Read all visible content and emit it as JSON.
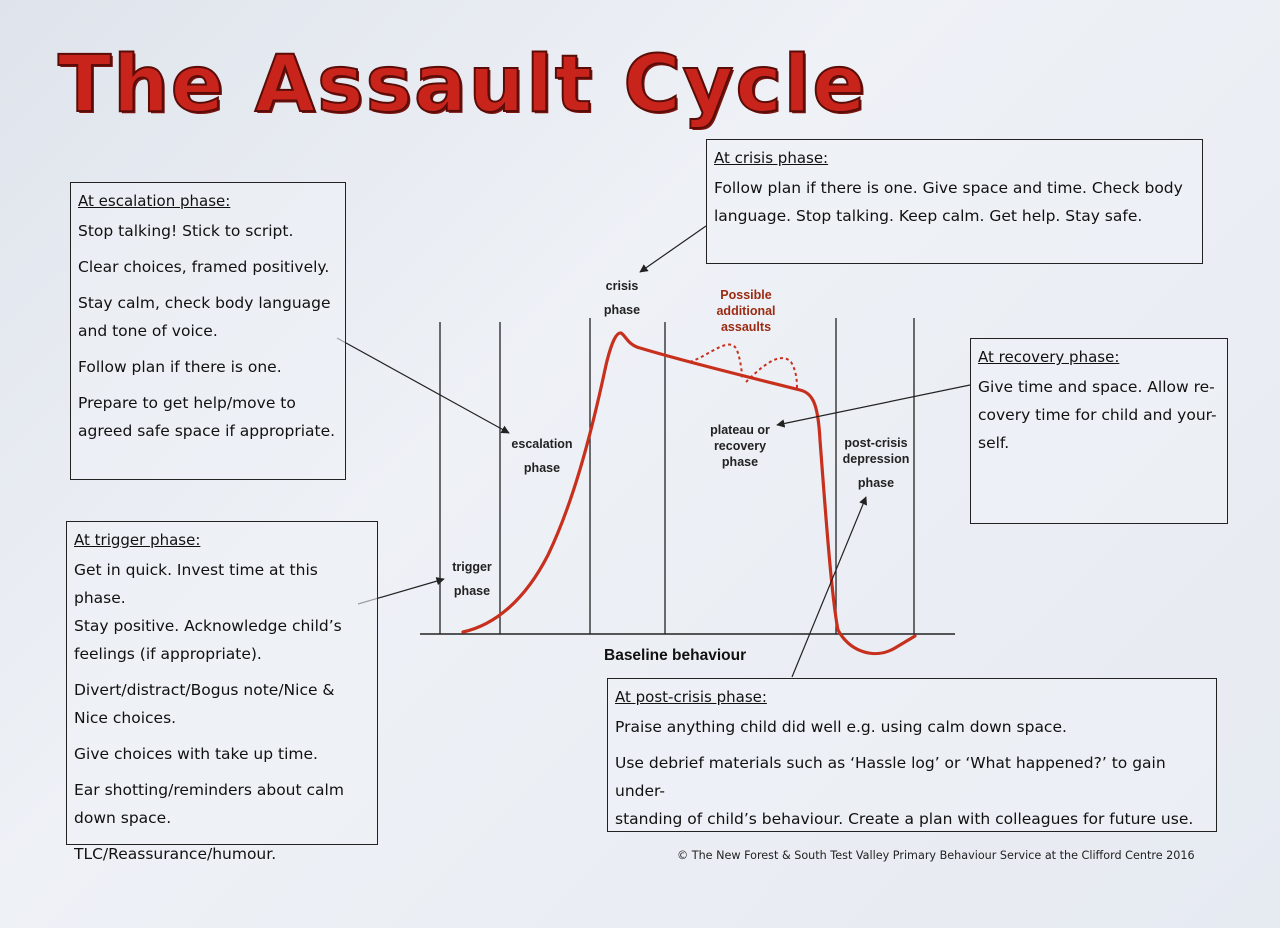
{
  "title": "The Assault Cycle",
  "phases": {
    "trigger": [
      "trigger",
      "phase"
    ],
    "escalation": [
      "escalation",
      "phase"
    ],
    "crisis": [
      "crisis",
      "phase"
    ],
    "plateau": [
      "plateau or",
      "recovery",
      "phase"
    ],
    "post_crisis": [
      "post-crisis",
      "depression",
      "phase"
    ]
  },
  "possible_assaults": [
    "Possible",
    "additional",
    "assaults"
  ],
  "baseline": "Baseline behaviour",
  "boxes": {
    "escalation": {
      "heading": "At escalation phase:",
      "lines": [
        "Stop talking! Stick to script.",
        "Clear choices, framed positively.",
        "Stay calm, check body language",
        "and tone of voice.",
        "Follow plan if there is one.",
        "Prepare to get help/move to",
        "agreed safe space if appropriate."
      ]
    },
    "trigger": {
      "heading": "At trigger phase:",
      "lines": [
        "Get in quick. Invest time at this phase.",
        "Stay positive. Acknowledge child’s",
        "feelings (if appropriate).",
        "Divert/distract/Bogus note/Nice &",
        "Nice choices.",
        "Give choices with take up time.",
        "Ear shotting/reminders about calm",
        "down space.",
        "TLC/Reassurance/humour."
      ]
    },
    "crisis": {
      "heading": "At crisis phase:",
      "lines": [
        "Follow plan if there is one. Give space and time. Check body",
        "language. Stop talking. Keep calm. Get help. Stay safe."
      ]
    },
    "recovery": {
      "heading": "At recovery phase:",
      "lines": [
        "Give time and space. Allow re-",
        "covery time for child and your-",
        "self."
      ]
    },
    "post_crisis": {
      "heading": "At post-crisis phase:",
      "lines": [
        "Praise anything child did well e.g. using calm down space.",
        "Use debrief materials such as ‘Hassle log’ or ‘What happened?’ to gain under-",
        "standing of child’s behaviour. Create a plan with colleagues for future use."
      ]
    }
  },
  "credit": "© The New Forest & South Test Valley Primary Behaviour Service at the Clifford Centre 2016",
  "colors": {
    "curve": "#c8301e",
    "title": "#c8241b",
    "assaults_label": "#9b2a12",
    "ink": "#222222"
  }
}
